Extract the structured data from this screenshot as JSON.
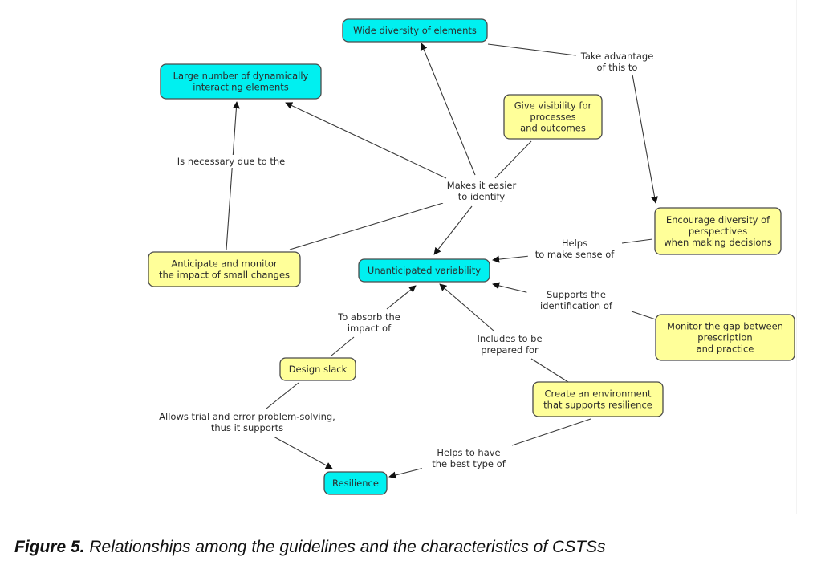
{
  "figure": {
    "caption_label": "Figure 5.",
    "caption_text": " Relationships among the guidelines and the characteristics of CSTSs"
  },
  "colors": {
    "characteristic_node": "#00f0f0",
    "guideline_node": "#ffff99",
    "edge": "#3a3a3a"
  },
  "nodes": [
    {
      "id": "wide-diversity",
      "type": "characteristic",
      "lines": [
        "Wide diversity of elements"
      ]
    },
    {
      "id": "large-number",
      "type": "characteristic",
      "lines": [
        "Large number of dynamically",
        "interacting elements"
      ]
    },
    {
      "id": "give-visibility",
      "type": "guideline",
      "lines": [
        "Give visibility for",
        "processes",
        "and outcomes"
      ]
    },
    {
      "id": "encourage-diversity",
      "type": "guideline",
      "lines": [
        "Encourage diversity of",
        "perspectives",
        "when making decisions"
      ]
    },
    {
      "id": "anticipate-monitor",
      "type": "guideline",
      "lines": [
        "Anticipate and monitor",
        "the impact of small changes"
      ]
    },
    {
      "id": "unanticipated-variability",
      "type": "characteristic",
      "lines": [
        "Unanticipated variability"
      ]
    },
    {
      "id": "monitor-gap",
      "type": "guideline",
      "lines": [
        "Monitor the gap between",
        "prescription",
        "and practice"
      ]
    },
    {
      "id": "design-slack",
      "type": "guideline",
      "lines": [
        "Design slack"
      ]
    },
    {
      "id": "create-environment",
      "type": "guideline",
      "lines": [
        "Create an environment",
        "that supports resilience"
      ]
    },
    {
      "id": "resilience",
      "type": "characteristic",
      "lines": [
        "Resilience"
      ]
    }
  ],
  "link_labels": [
    {
      "id": "take-advantage",
      "lines": [
        "Take advantage",
        "of this to"
      ]
    },
    {
      "id": "is-necessary",
      "lines": [
        "Is necessary due to the"
      ]
    },
    {
      "id": "makes-easier",
      "lines": [
        "Makes it easier",
        "to identify"
      ]
    },
    {
      "id": "helps-sense",
      "lines": [
        "Helps",
        "to make sense of"
      ]
    },
    {
      "id": "supports-identification",
      "lines": [
        "Supports the",
        "identification of"
      ]
    },
    {
      "id": "to-absorb",
      "lines": [
        "To absorb the",
        "impact of"
      ]
    },
    {
      "id": "includes-prepared",
      "lines": [
        "Includes to be",
        "prepared for"
      ]
    },
    {
      "id": "allows-trial",
      "lines": [
        "Allows trial and error problem-solving,",
        "thus it supports"
      ]
    },
    {
      "id": "helps-best",
      "lines": [
        "Helps to have",
        "the best type of"
      ]
    }
  ],
  "connections": [
    {
      "from": "wide-diversity",
      "via": "take-advantage",
      "to": "encourage-diversity"
    },
    {
      "from": "anticipate-monitor",
      "via": "is-necessary",
      "to": "large-number"
    },
    {
      "from": "give-visibility",
      "via": "makes-easier",
      "to": [
        "wide-diversity",
        "large-number",
        "unanticipated-variability"
      ]
    },
    {
      "from": "anticipate-monitor",
      "via": "makes-easier",
      "to": [
        "wide-diversity",
        "large-number",
        "unanticipated-variability"
      ]
    },
    {
      "from": "encourage-diversity",
      "via": "helps-sense",
      "to": "unanticipated-variability"
    },
    {
      "from": "monitor-gap",
      "via": "supports-identification",
      "to": "unanticipated-variability"
    },
    {
      "from": "design-slack",
      "via": "to-absorb",
      "to": "unanticipated-variability"
    },
    {
      "from": "create-environment",
      "via": "includes-prepared",
      "to": "unanticipated-variability"
    },
    {
      "from": "design-slack",
      "via": "allows-trial",
      "to": "resilience"
    },
    {
      "from": "create-environment",
      "via": "helps-best",
      "to": "resilience"
    }
  ]
}
